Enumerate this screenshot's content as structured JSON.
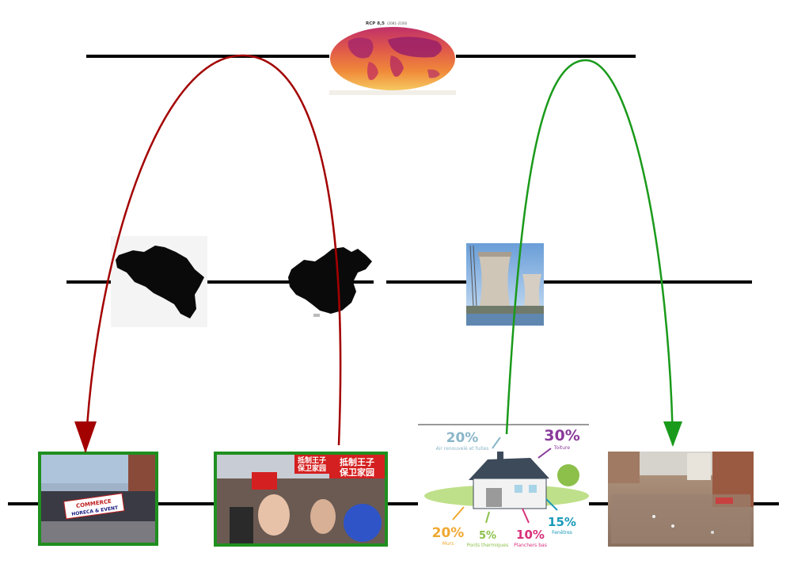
{
  "climate_map": {
    "title": "RCP 8,5",
    "subtitle": "(2081–2100)"
  },
  "infographic": {
    "air_pct": "20%",
    "air_label": "Air renouvelé et fuites",
    "roof_pct": "30%",
    "roof_label": "Toiture",
    "walls_pct": "20%",
    "walls_label": "Murs",
    "bridges_pct": "5%",
    "bridges_label": "Ponts thermiques",
    "floors_pct": "10%",
    "floors_label": "Planchers bas",
    "windows_pct": "15%",
    "windows_label": "Fenêtres"
  },
  "protest_banner": {
    "line1": "COMMERCE",
    "line2": "HORECA & EVENT"
  },
  "china_protest_signs": {
    "sign1": "抵制王子",
    "sign2": "保卫家园",
    "sign3": "抵制王子",
    "sign4": "保卫家园"
  },
  "colors": {
    "timeline": "#000000",
    "arrow_red": "#a30000",
    "arrow_green": "#1a9a1a",
    "photo_frame": "#1f8f1f"
  }
}
